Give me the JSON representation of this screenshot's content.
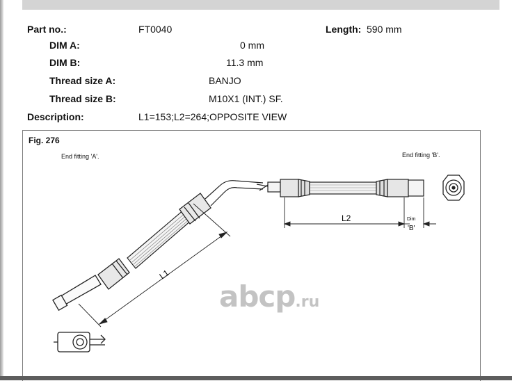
{
  "part": {
    "part_no_label": "Part no.:",
    "part_no_value": "FT0040",
    "length_label": "Length:",
    "length_value": "590 mm",
    "dim_a_label": "DIM A:",
    "dim_a_value": "0 mm",
    "dim_b_label": "DIM B:",
    "dim_b_value": "11.3 mm",
    "thread_a_label": "Thread size A:",
    "thread_a_value": "BANJO",
    "thread_b_label": "Thread size B:",
    "thread_b_value": "M10X1 (INT.) SF.",
    "description_label": "Description:",
    "description_value": "L1=153;L2=264;OPPOSITE VIEW"
  },
  "figure": {
    "title": "Fig. 276",
    "end_a_label": "End fitting 'A'.",
    "end_b_label": "End fitting 'B'.",
    "l1_label": "L1",
    "l2_label": "L2",
    "dim_text": "Dim",
    "dim_b_mark": "'B'"
  },
  "watermark": {
    "brand": "abcp",
    "tld": ".ru"
  }
}
